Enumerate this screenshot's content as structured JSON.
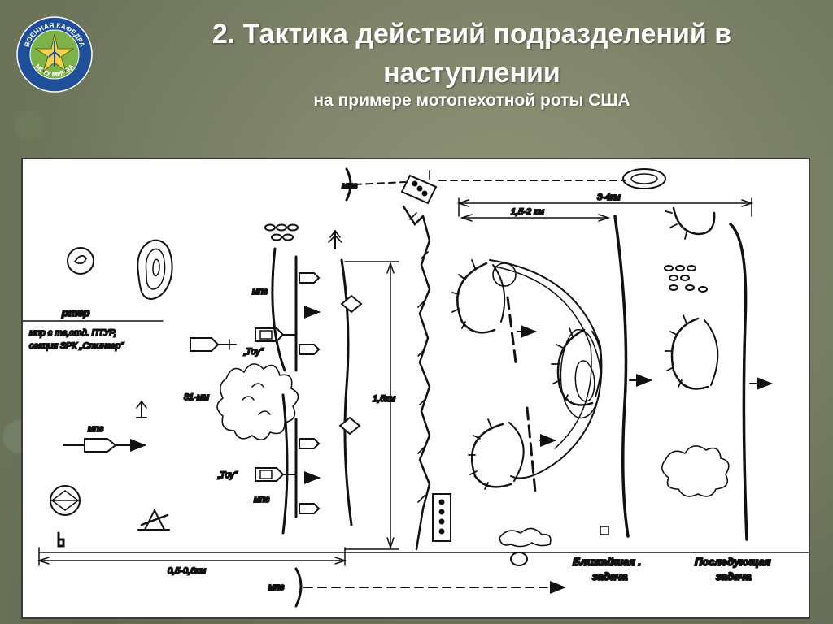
{
  "header": {
    "title_line1": "2. Тактика действий подразделений в",
    "title_line2": "наступлении",
    "subtitle": "на примере мотопехотной роты США"
  },
  "logo": {
    "text_top": "ВОЕННАЯ КАФЕДРА",
    "text_bottom": "МГТУ МИРЭА"
  },
  "diagram": {
    "labels": {
      "mpv_top": "мпв",
      "rtgr": "ртгр",
      "support_line1": "мпр с тв,отд. ПТУР,",
      "support_line2": "секция ЗРК „Стингер“",
      "mpv_upper": "мпв",
      "tow_upper": "„Тоу“",
      "mm81": "81-мм",
      "tow_lower": "„Тоу“",
      "mpv_left": "мпв",
      "mpv_lower": "мпв",
      "dist_15km": "1,5км",
      "dist_15_2km": "1,5-2 км",
      "dist_3_4km": "3-4км",
      "dist_05_06km": "0,5-0,6км",
      "mpv_bottom": "мпв",
      "near_task_1": "Ближайшая .",
      "near_task_2": "задача",
      "next_task_1": "Последующая",
      "next_task_2": "задача"
    }
  }
}
